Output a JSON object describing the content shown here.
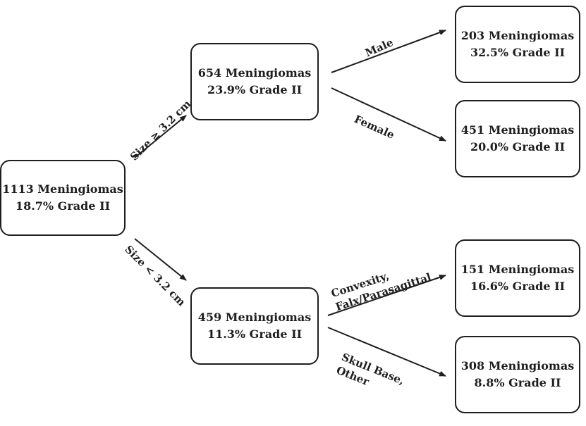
{
  "nodes": {
    "root": {
      "count": "1113 Meningiomas",
      "grade": "18.7% Grade II"
    },
    "big": {
      "count": "654 Meningiomas",
      "grade": "23.9% Grade II"
    },
    "small": {
      "count": "459 Meningiomas",
      "grade": "11.3% Grade II"
    },
    "male": {
      "count": "203 Meningiomas",
      "grade": "32.5% Grade II"
    },
    "female": {
      "count": "451 Meningiomas",
      "grade": "20.0% Grade II"
    },
    "convexity": {
      "count": "151 Meningiomas",
      "grade": "16.6% Grade II"
    },
    "skull": {
      "count": "308 Meningiomas",
      "grade": "8.8% Grade II"
    }
  },
  "edges": {
    "big": {
      "label": "Size ≥ 3.2 cm"
    },
    "small": {
      "label": "Size < 3.2 cm"
    },
    "male": {
      "label": "Male"
    },
    "female": {
      "label": "Female"
    },
    "convexity": {
      "line1": "Convexity,",
      "line2": "Falx/Parasagittal"
    },
    "skull": {
      "line1": "Skull Base,",
      "line2": "Other"
    }
  },
  "colors": {
    "ink": "#1e1e1e",
    "background": "#ffffff"
  }
}
